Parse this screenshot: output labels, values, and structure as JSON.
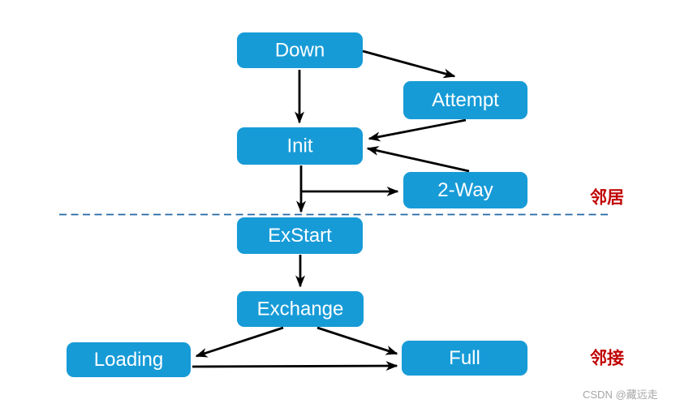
{
  "diagram": {
    "title_meaning": "OSPF neighbor state machine",
    "colors": {
      "node_fill": "#179BD7",
      "arrow": "#000000",
      "divider_blue": "#2268A5",
      "zone_label_red": "#C00000",
      "background": "#FFFFFF",
      "watermark_gray": "#A6A6A6"
    },
    "nodes": [
      {
        "id": "down",
        "label": "Down"
      },
      {
        "id": "attempt",
        "label": "Attempt"
      },
      {
        "id": "init",
        "label": "Init"
      },
      {
        "id": "two_way",
        "label": "2-Way"
      },
      {
        "id": "exstart",
        "label": "ExStart"
      },
      {
        "id": "exchange",
        "label": "Exchange"
      },
      {
        "id": "loading",
        "label": "Loading"
      },
      {
        "id": "full",
        "label": "Full"
      }
    ],
    "edges": [
      {
        "from": "Down",
        "to": "Init"
      },
      {
        "from": "Down",
        "to": "Attempt"
      },
      {
        "from": "Attempt",
        "to": "Init"
      },
      {
        "from": "2-Way",
        "to": "Init"
      },
      {
        "from": "Init",
        "to": "ExStart"
      },
      {
        "from": "Init",
        "to": "2-Way"
      },
      {
        "from": "ExStart",
        "to": "Exchange"
      },
      {
        "from": "Exchange",
        "to": "Loading"
      },
      {
        "from": "Exchange",
        "to": "Full"
      },
      {
        "from": "Loading",
        "to": "Full"
      }
    ],
    "annotations": {
      "neighbor_label": "邻居",
      "adjacency_label": "邻接"
    }
  },
  "watermark": "CSDN @藏远走"
}
